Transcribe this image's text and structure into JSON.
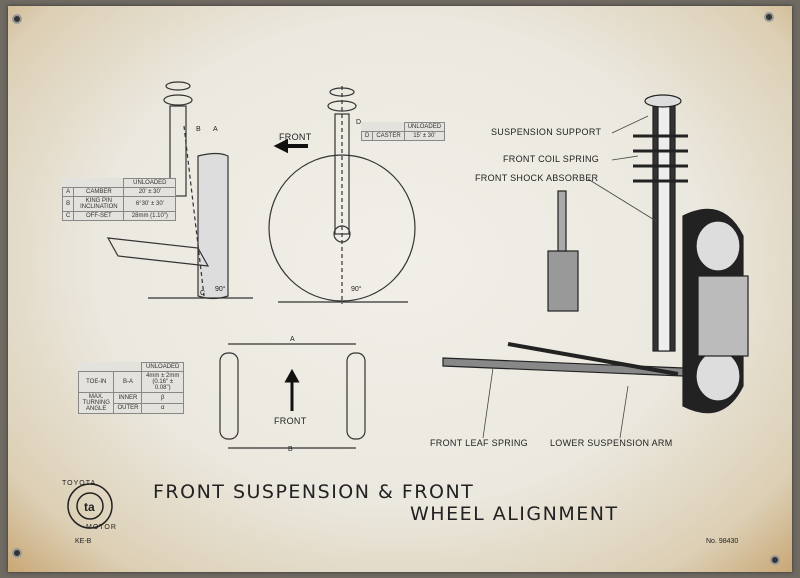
{
  "title": {
    "line1": "FRONT SUSPENSION & FRONT",
    "line2": "WHEEL ALIGNMENT"
  },
  "logo": {
    "top": "TOYOTA",
    "bottom": "MOTOR",
    "model": "KE-B"
  },
  "doc_number": "No. 98430",
  "labels": {
    "suspension_support": "SUSPENSION SUPPORT",
    "front_coil_spring": "FRONT COIL SPRING",
    "front_shock_absorber": "FRONT SHOCK ABSORBER",
    "front_leaf_spring": "FRONT LEAF SPRING",
    "lower_suspension_arm": "LOWER SUSPENSION ARM",
    "front_1": "FRONT",
    "front_2": "FRONT",
    "dim_a": "A",
    "dim_b": "B",
    "mark_a": "A",
    "mark_b": "B",
    "mark_c": "C",
    "mark_d": "D",
    "angle_90_1": "90°",
    "angle_90_2": "90°"
  },
  "alignment_table": {
    "header": "UNLOADED",
    "rows": [
      {
        "key": "A",
        "name": "CAMBER",
        "value": "20' ± 30'"
      },
      {
        "key": "B",
        "name": "KING PIN INCLINATION",
        "value": "6°30' ± 30'"
      },
      {
        "key": "C",
        "name": "OFF-SET",
        "value": "28mm (1.10\")"
      }
    ]
  },
  "caster_table": {
    "header": "UNLOADED",
    "key": "D",
    "name": "CASTER",
    "value": "15' ± 30'"
  },
  "toe_table": {
    "header": "UNLOADED",
    "toe_name": "TOE-IN",
    "toe_formula": "B-A",
    "toe_value": "4mm ± 2mm (0.16\" ± 0.08\")",
    "turn_name": "MAX. TURNING ANGLE",
    "inner_label": "INNER",
    "inner_value": "β",
    "outer_label": "OUTER",
    "outer_value": "α"
  }
}
